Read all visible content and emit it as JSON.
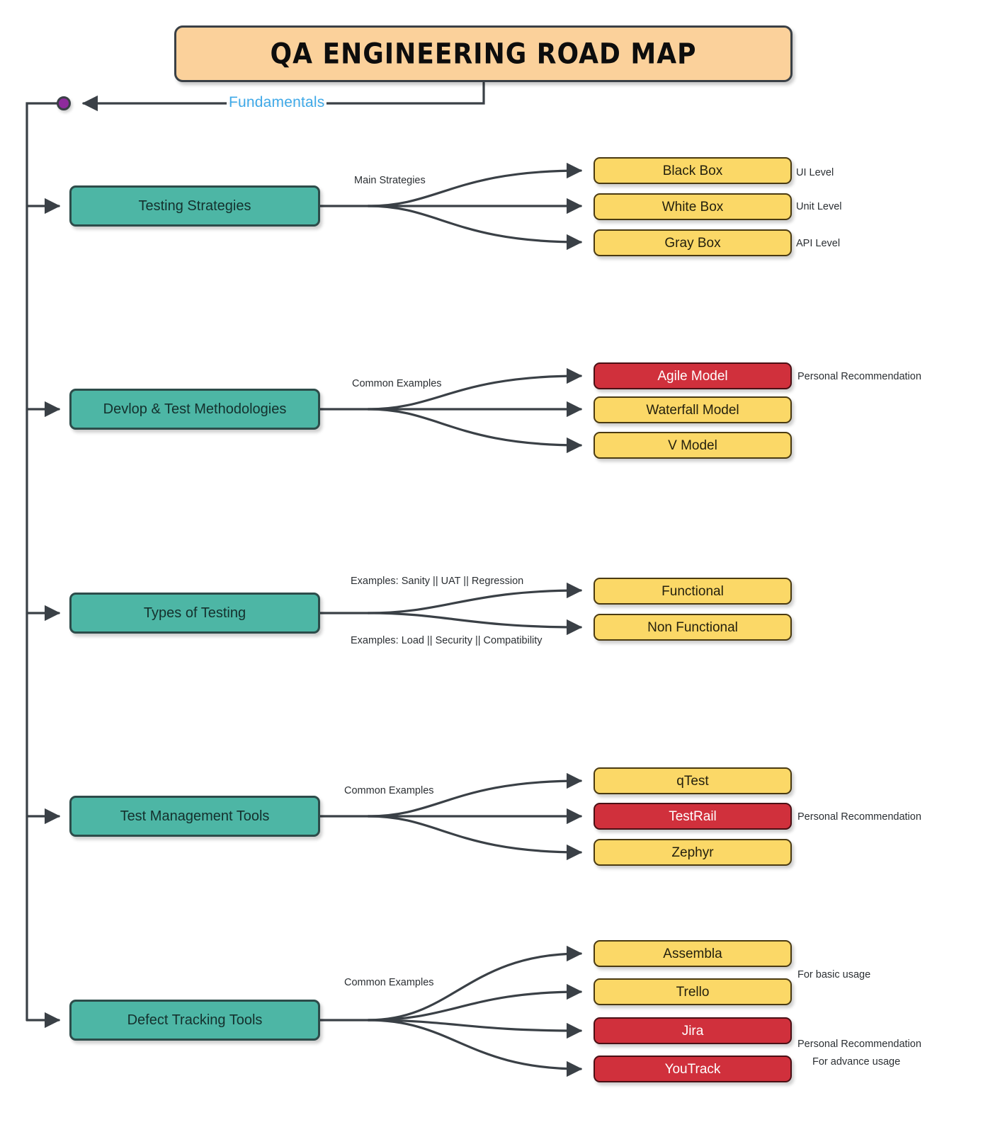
{
  "title": "QA ENGINEERING ROAD MAP",
  "root": {
    "node_name": "root-dot",
    "edge_label": "Fundamentals"
  },
  "colors": {
    "header": "#fbd19b",
    "main_node": "#4db6a5",
    "leaf_yellow": "#fbd867",
    "leaf_red": "#d0303c",
    "root_dot": "#8e2a9c",
    "stroke": "#3a4046",
    "fundamentals_text": "#3fa9e8"
  },
  "branches": [
    {
      "id": "testing-strategies",
      "label": "Testing Strategies",
      "edge_labels": [
        "Main Strategies"
      ],
      "leaves": [
        {
          "label": "Black Box",
          "style": "yellow",
          "note": "UI Level"
        },
        {
          "label": "White Box",
          "style": "yellow",
          "note": "Unit Level"
        },
        {
          "label": "Gray Box",
          "style": "yellow",
          "note": "API Level"
        }
      ]
    },
    {
      "id": "devlop-test-methodologies",
      "label": "Devlop & Test Methodologies",
      "edge_labels": [
        "Common Examples"
      ],
      "leaves": [
        {
          "label": "Agile Model",
          "style": "red",
          "note": "Personal Recommendation"
        },
        {
          "label": "Waterfall Model",
          "style": "yellow",
          "note": ""
        },
        {
          "label": "V Model",
          "style": "yellow",
          "note": ""
        }
      ]
    },
    {
      "id": "types-of-testing",
      "label": "Types of Testing",
      "edge_labels": [
        "Examples: Sanity || UAT || Regression",
        "Examples: Load || Security || Compatibility"
      ],
      "leaves": [
        {
          "label": "Functional",
          "style": "yellow",
          "note": ""
        },
        {
          "label": "Non Functional",
          "style": "yellow",
          "note": ""
        }
      ]
    },
    {
      "id": "test-management-tools",
      "label": "Test Management Tools",
      "edge_labels": [
        "Common Examples"
      ],
      "leaves": [
        {
          "label": "qTest",
          "style": "yellow",
          "note": ""
        },
        {
          "label": "TestRail",
          "style": "red",
          "note": "Personal Recommendation"
        },
        {
          "label": "Zephyr",
          "style": "yellow",
          "note": ""
        }
      ]
    },
    {
      "id": "defect-tracking-tools",
      "label": "Defect Tracking Tools",
      "edge_labels": [
        "Common Examples"
      ],
      "leaves": [
        {
          "label": "Assembla",
          "style": "yellow",
          "note": "For basic usage"
        },
        {
          "label": "Trello",
          "style": "yellow",
          "note": ""
        },
        {
          "label": "Jira",
          "style": "red",
          "note": "Personal Recommendation"
        },
        {
          "label": "YouTrack",
          "style": "red",
          "note": "For advance usage"
        }
      ]
    }
  ]
}
